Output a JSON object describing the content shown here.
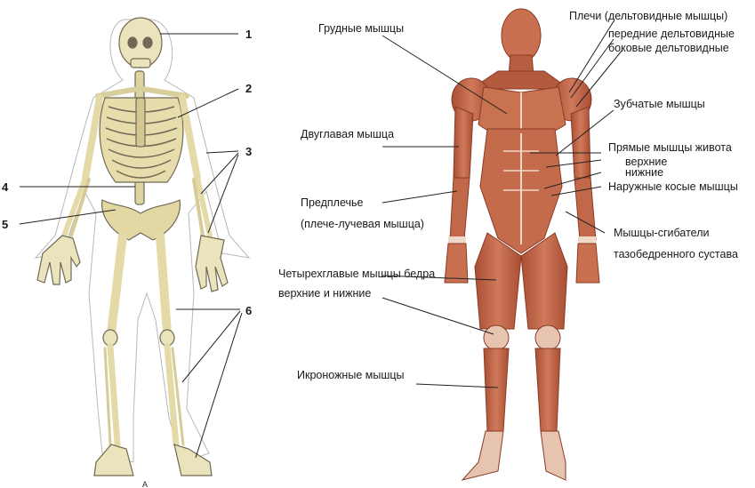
{
  "skeleton": {
    "numbers": [
      "1",
      "2",
      "3",
      "4",
      "5",
      "6"
    ],
    "sub_label": "А"
  },
  "muscles": {
    "pectorals": "Грудные мышцы",
    "shoulders": "Плечи (дельтовидные мышцы)",
    "front_delts": "передние дельтовидные",
    "side_delts": "боковые дельтовидные",
    "serratus": "Зубчатые мышцы",
    "biceps": "Двуглавая мышца",
    "abs": "Прямые мышцы живота",
    "abs_upper": "верхние",
    "abs_lower": "нижние",
    "obliques": "Наружные косые мышцы",
    "forearm": "Предплечье",
    "forearm_sub": "(плече-лучевая мышца)",
    "hip_flexors": "Мышцы-сгибатели",
    "hip_flexors_sub": "тазобедренного сустава",
    "quads": "Четырехглавые мышцы бедра",
    "quads_sub": "верхние и нижние",
    "calves": "Икроножные мышцы"
  },
  "colors": {
    "bone": "#e8dfb0",
    "bone_outline": "#6f6a55",
    "muscle": "#c56a4c",
    "muscle_dark": "#9c4630",
    "tendon": "#f0d8c8",
    "leader": "#222222"
  }
}
